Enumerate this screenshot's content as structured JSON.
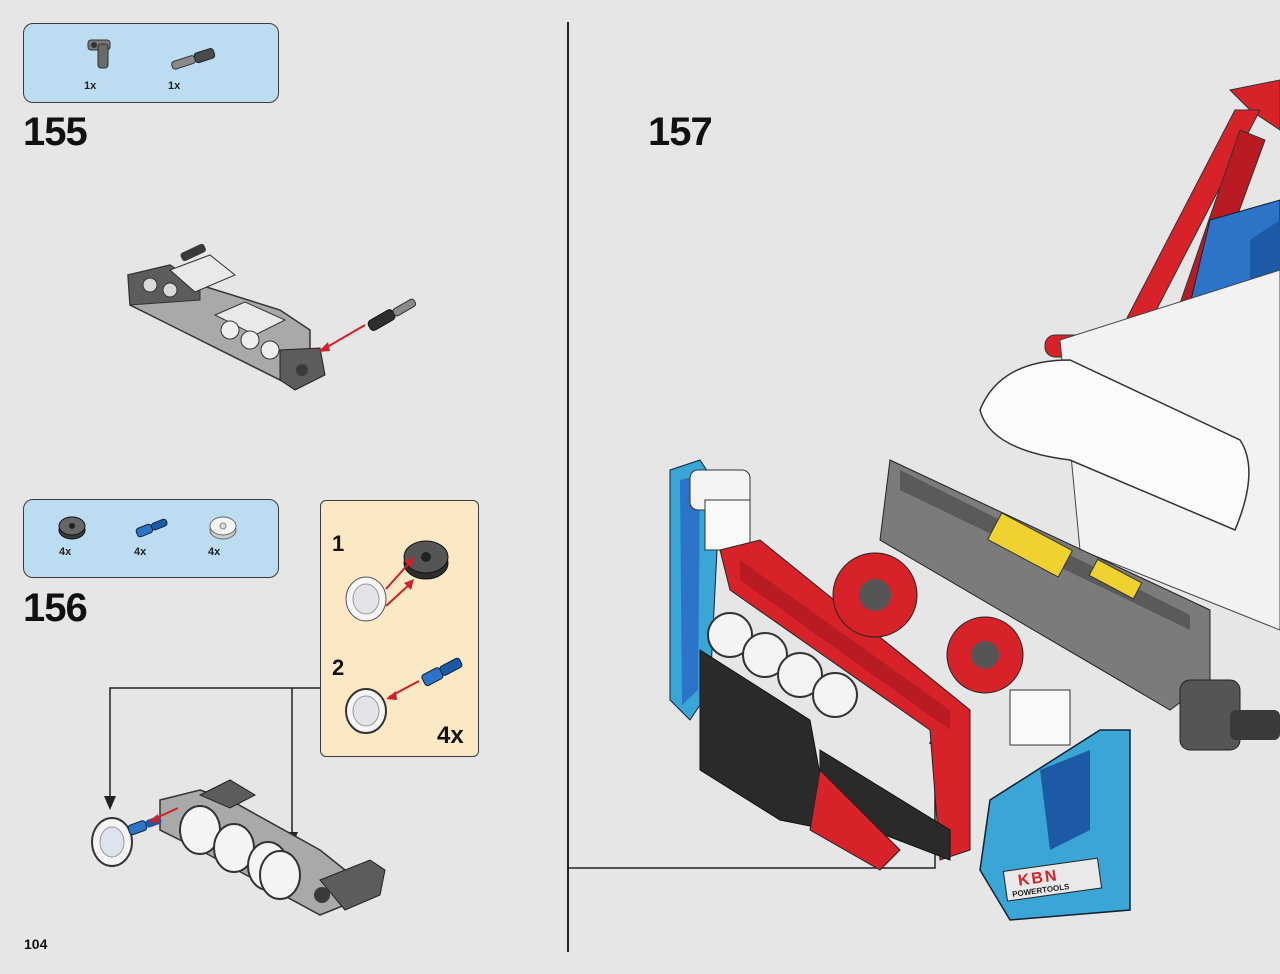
{
  "page": {
    "number": "104"
  },
  "steps": [
    {
      "number": "155",
      "parts": [
        {
          "name": "angle-connector-icon",
          "qty": "1x"
        },
        {
          "name": "axle-pin-icon",
          "qty": "1x"
        }
      ]
    },
    {
      "number": "156",
      "parts": [
        {
          "name": "round-tile-dark-icon",
          "qty": "4x"
        },
        {
          "name": "blue-axle-pin-icon",
          "qty": "4x"
        },
        {
          "name": "clear-round-tile-icon",
          "qty": "4x"
        }
      ],
      "callout": {
        "sub_steps": [
          "1",
          "2"
        ],
        "multiplier": "4x"
      }
    },
    {
      "number": "157"
    }
  ],
  "decal": {
    "brand": "KBN",
    "tagline": "POWERTOOLS"
  },
  "colors": {
    "page_bg": "#e6e6e6",
    "parts_box": "#bcdcf2",
    "callout_bg": "#fbe9c6",
    "arrow_red": "#d0202a",
    "model_red": "#d8222a",
    "model_blue": "#2b74c8",
    "model_teal": "#39a6d6"
  }
}
